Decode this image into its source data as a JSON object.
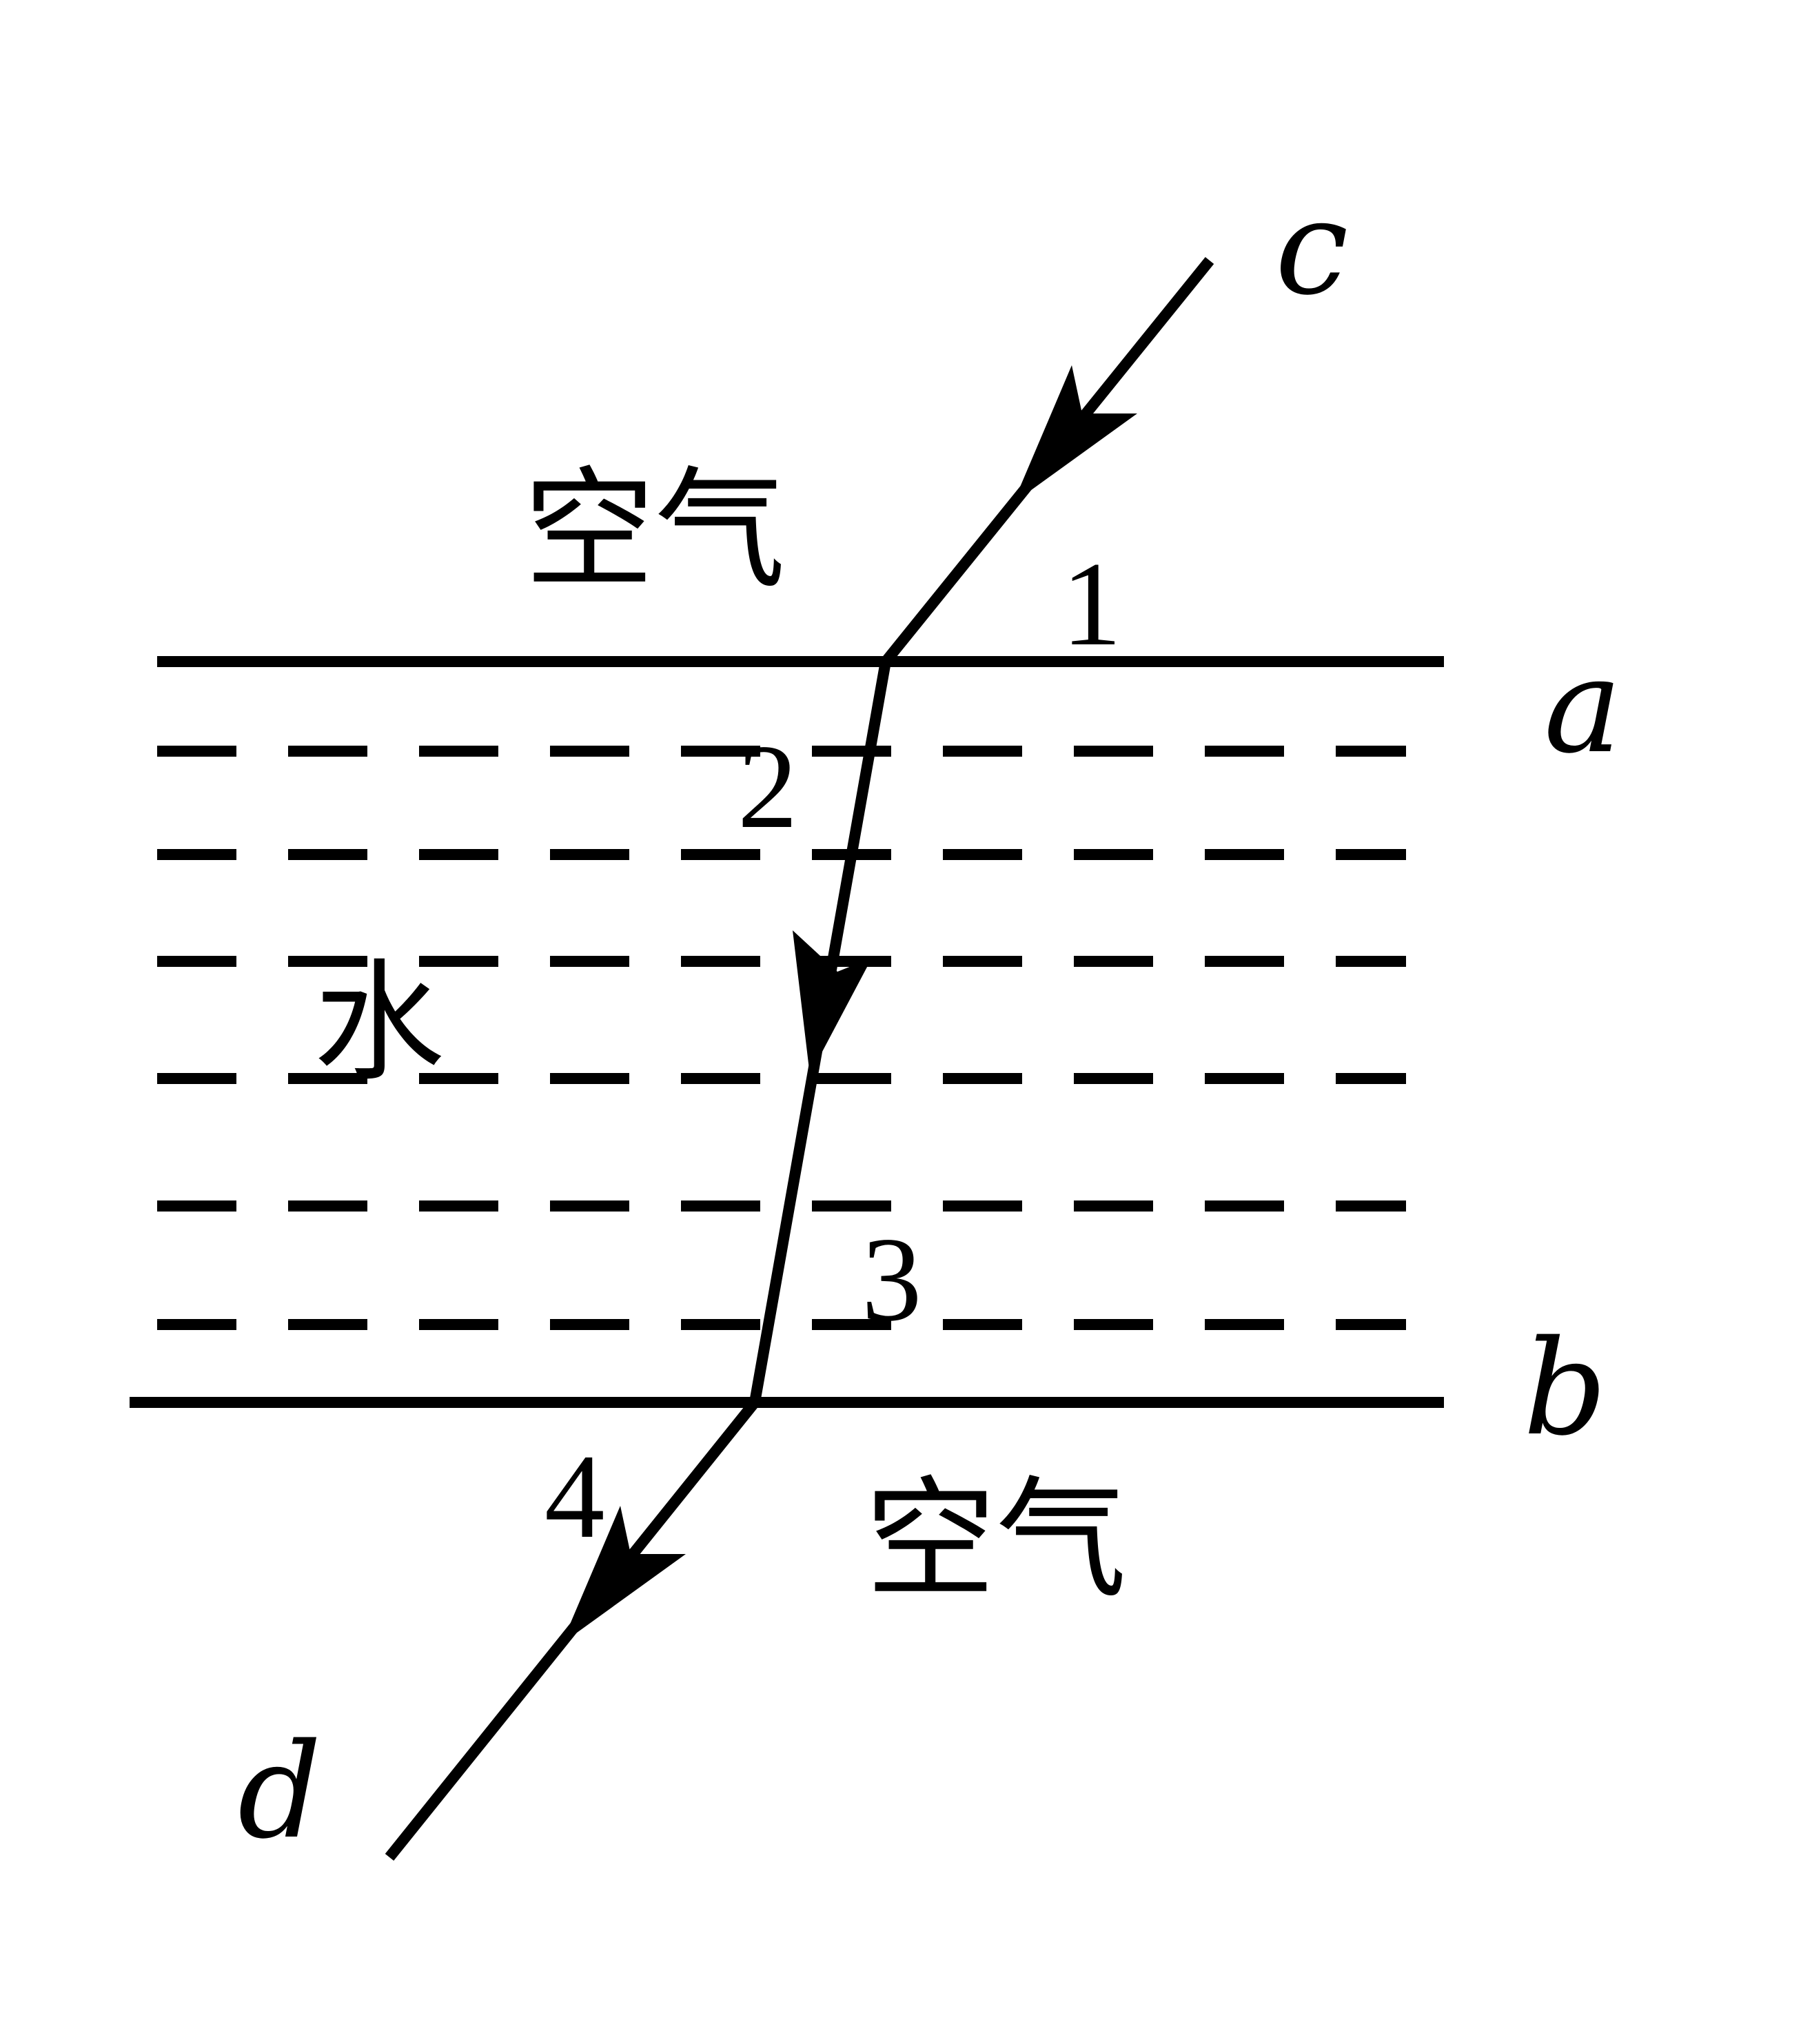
{
  "colors": {
    "ink": "#000000",
    "background": "#ffffff"
  },
  "labels": {
    "ray_start": "c",
    "ray_end": "d",
    "top_surface": "a",
    "bottom_surface": "b",
    "angle_1": "1",
    "angle_2": "2",
    "angle_3": "3",
    "angle_4": "4",
    "air_top": "空气",
    "water": "水",
    "air_bottom": "空气"
  }
}
